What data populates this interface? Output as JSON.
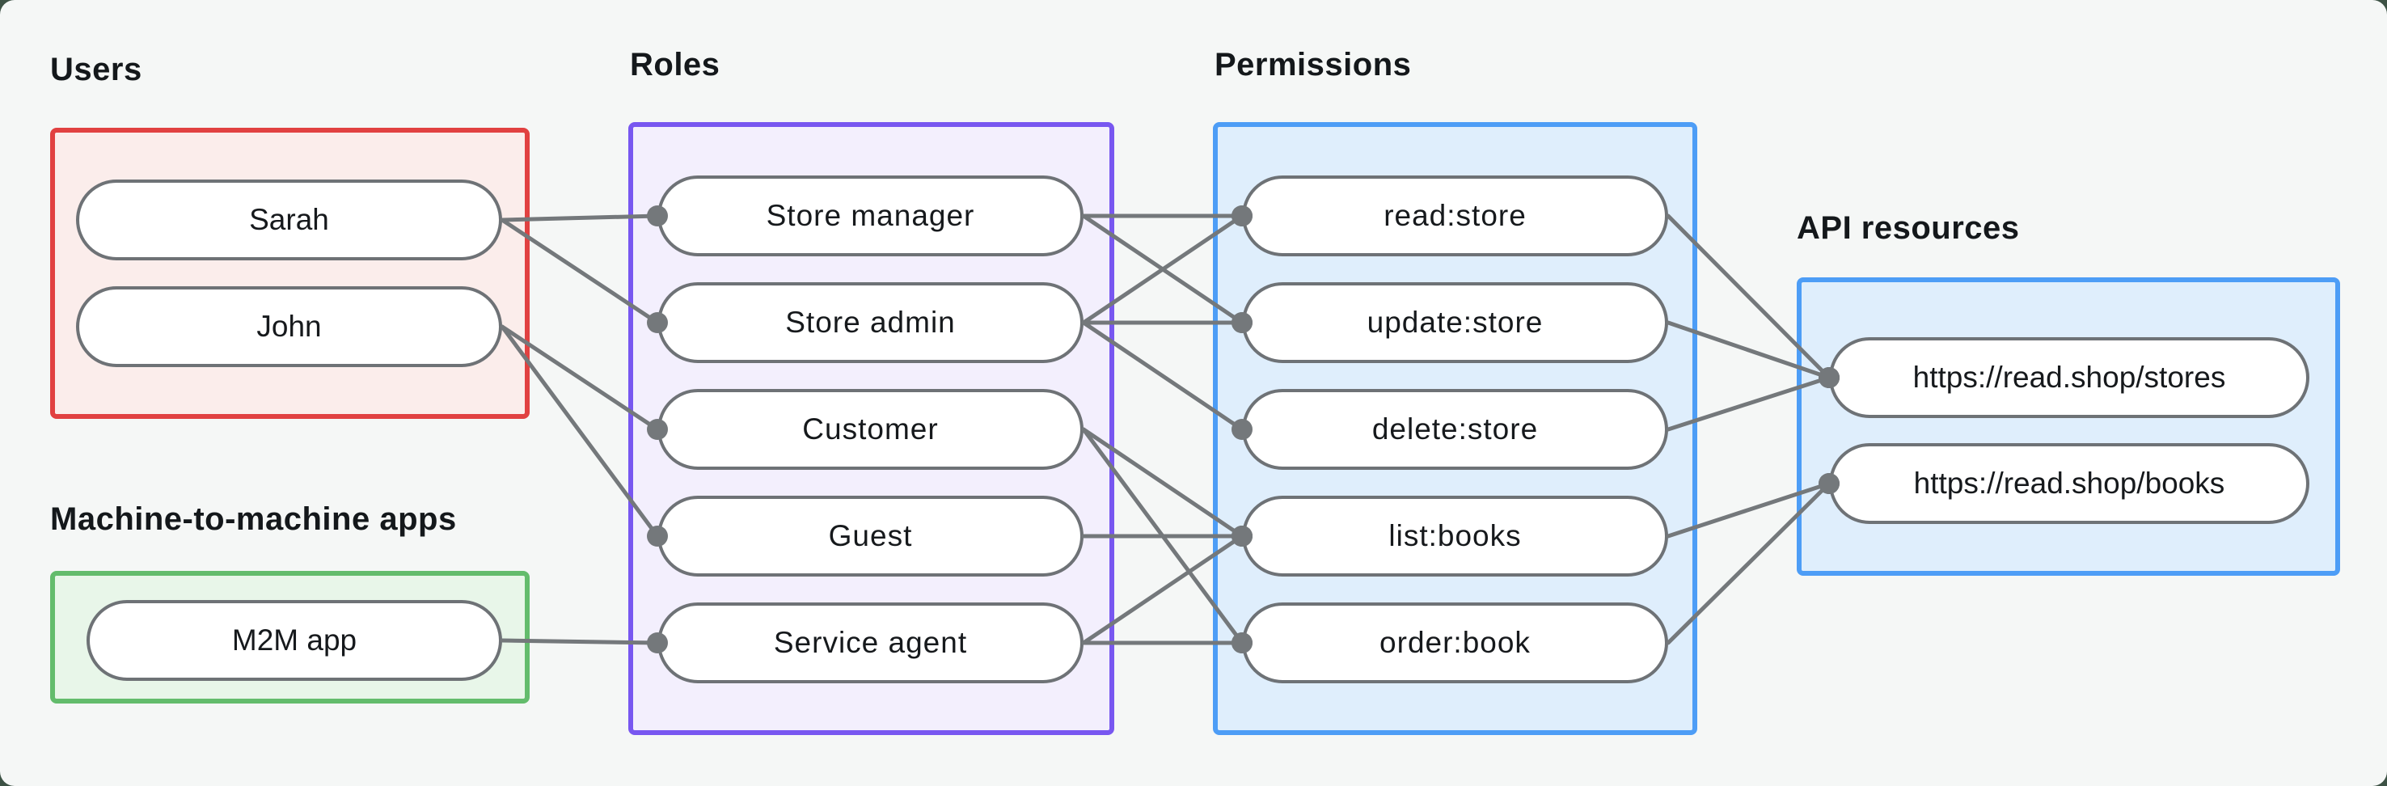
{
  "page": {
    "background_color": "#3d5245",
    "panel_color": "#f5f7f6",
    "edge_color": "#74787b"
  },
  "diagram": {
    "groups": {
      "users": {
        "label": "Users",
        "border_color": "#e14141",
        "fill_color": "#fbedeb",
        "nodes": [
          {
            "id": "sarah",
            "label": "Sarah"
          },
          {
            "id": "john",
            "label": "John"
          }
        ]
      },
      "m2m": {
        "label": "Machine-to-machine apps",
        "border_color": "#63bc6c",
        "fill_color": "#e8f6e9",
        "nodes": [
          {
            "id": "m2m_app",
            "label": "M2M app"
          }
        ]
      },
      "roles": {
        "label": "Roles",
        "border_color": "#7857f0",
        "fill_color": "#f3effd",
        "nodes": [
          {
            "id": "store_manager",
            "label": "Store manager"
          },
          {
            "id": "store_admin",
            "label": "Store admin"
          },
          {
            "id": "customer",
            "label": "Customer"
          },
          {
            "id": "guest",
            "label": "Guest"
          },
          {
            "id": "service_agent",
            "label": "Service agent"
          }
        ]
      },
      "permissions": {
        "label": "Permissions",
        "border_color": "#4d9df6",
        "fill_color": "#dfeefc",
        "nodes": [
          {
            "id": "read_store",
            "label": "read:store"
          },
          {
            "id": "update_store",
            "label": "update:store"
          },
          {
            "id": "delete_store",
            "label": "delete:store"
          },
          {
            "id": "list_books",
            "label": "list:books"
          },
          {
            "id": "order_book",
            "label": "order:book"
          }
        ]
      },
      "api": {
        "label": "API resources",
        "border_color": "#4d9df6",
        "fill_color": "#dfeefc",
        "nodes": [
          {
            "id": "stores",
            "label": "https://read.shop/stores"
          },
          {
            "id": "books",
            "label": "https://read.shop/books"
          }
        ]
      }
    },
    "edges": [
      [
        "sarah",
        "store_manager"
      ],
      [
        "sarah",
        "store_admin"
      ],
      [
        "john",
        "customer"
      ],
      [
        "john",
        "guest"
      ],
      [
        "m2m_app",
        "service_agent"
      ],
      [
        "store_manager",
        "read_store"
      ],
      [
        "store_manager",
        "update_store"
      ],
      [
        "store_admin",
        "read_store"
      ],
      [
        "store_admin",
        "update_store"
      ],
      [
        "store_admin",
        "delete_store"
      ],
      [
        "customer",
        "list_books"
      ],
      [
        "customer",
        "order_book"
      ],
      [
        "guest",
        "list_books"
      ],
      [
        "service_agent",
        "list_books"
      ],
      [
        "service_agent",
        "order_book"
      ],
      [
        "read_store",
        "stores"
      ],
      [
        "update_store",
        "stores"
      ],
      [
        "delete_store",
        "stores"
      ],
      [
        "list_books",
        "books"
      ],
      [
        "order_book",
        "books"
      ]
    ]
  }
}
